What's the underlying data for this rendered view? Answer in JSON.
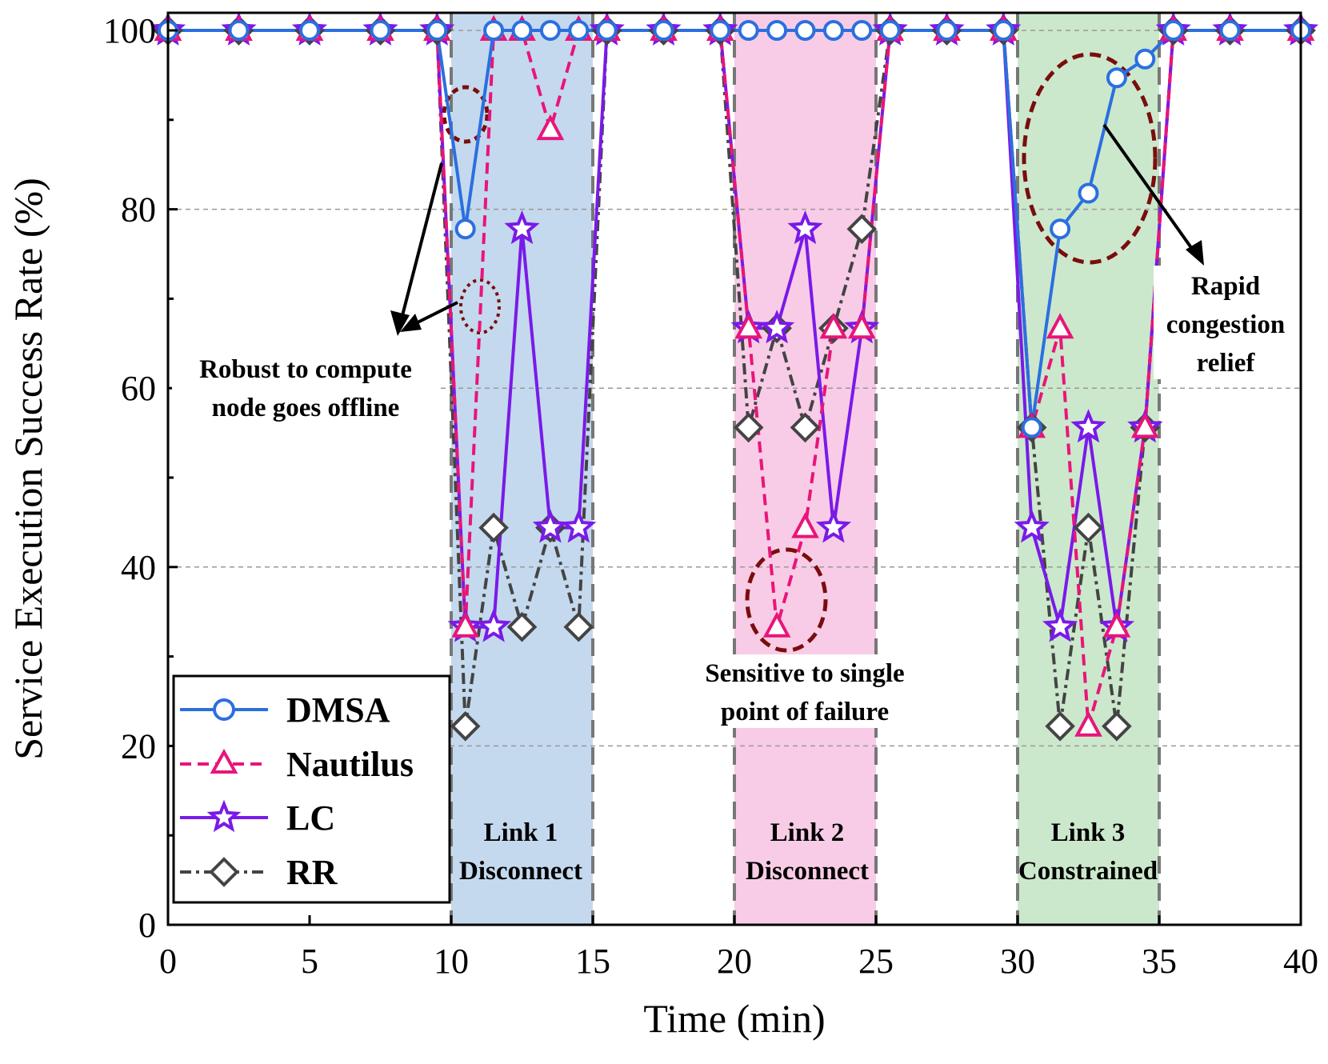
{
  "chart_data": {
    "type": "line",
    "xlabel": "Time (min)",
    "ylabel": "Service Execution Success Rate (%)",
    "xlim": [
      0,
      40
    ],
    "ylim": [
      0,
      100
    ],
    "xticks": [
      0,
      5,
      10,
      15,
      20,
      25,
      30,
      35,
      40
    ],
    "yticks": [
      0,
      20,
      40,
      60,
      80,
      100
    ],
    "grid": "horizontal dashed",
    "legend": "bottom-left",
    "x": [
      0,
      2.5,
      5,
      7.5,
      9.5,
      10.5,
      11.5,
      12.5,
      13.5,
      14.5,
      15.5,
      17.5,
      19.5,
      20.5,
      21.5,
      22.5,
      23.5,
      24.5,
      25.5,
      27.5,
      29.5,
      30.5,
      31.5,
      32.5,
      33.5,
      34.5,
      35.5,
      37.5,
      40
    ],
    "series": [
      {
        "name": "DMSA",
        "color": "#2b6fe0",
        "dash": "solid",
        "marker": "circle",
        "values": [
          100,
          100,
          100,
          100,
          100,
          77.8,
          100,
          100,
          100,
          100,
          100,
          100,
          100,
          100,
          100,
          100,
          100,
          100,
          100,
          100,
          100,
          55.6,
          77.8,
          81.8,
          94.7,
          96.8,
          100,
          100,
          100
        ]
      },
      {
        "name": "Nautilus",
        "color": "#e8157a",
        "dash": "dashed",
        "marker": "triangle",
        "values": [
          100,
          100,
          100,
          100,
          100,
          33.3,
          100,
          100,
          88.9,
          100,
          100,
          100,
          100,
          66.7,
          33.3,
          44.4,
          66.7,
          66.7,
          100,
          100,
          100,
          55.6,
          66.7,
          22.2,
          33.3,
          55.6,
          100,
          100,
          100
        ]
      },
      {
        "name": "LC",
        "color": "#7a1ae8",
        "dash": "solid",
        "marker": "star",
        "values": [
          100,
          100,
          100,
          100,
          100,
          33.3,
          33.3,
          77.8,
          44.4,
          44.4,
          100,
          100,
          100,
          66.7,
          66.7,
          77.8,
          44.4,
          66.7,
          100,
          100,
          100,
          44.4,
          33.3,
          55.6,
          33.3,
          55.6,
          100,
          100,
          100
        ]
      },
      {
        "name": "RR",
        "color": "#444444",
        "dash": "dashdot",
        "marker": "diamond",
        "values": [
          100,
          100,
          100,
          100,
          100,
          22.2,
          44.4,
          33.3,
          44.4,
          33.3,
          100,
          100,
          100,
          55.6,
          66.7,
          55.6,
          66.7,
          77.8,
          100,
          100,
          100,
          55.6,
          22.2,
          44.4,
          22.2,
          55.6,
          100,
          100,
          100
        ]
      }
    ],
    "regions": [
      {
        "x0": 10,
        "x1": 15,
        "color": "#c4d9ee",
        "label_line1": "Link 1",
        "label_line2": "Disconnect"
      },
      {
        "x0": 20,
        "x1": 25,
        "color": "#f8cce6",
        "label_line1": "Link 2",
        "label_line2": "Disconnect"
      },
      {
        "x0": 30,
        "x1": 35,
        "color": "#cce8cc",
        "label_line1": "Link 3",
        "label_line2": "Constrained"
      }
    ],
    "annotations": [
      {
        "id": "offline",
        "line1": "Robust to compute",
        "line2": "node goes offline"
      },
      {
        "id": "spof",
        "line1": "Sensitive to single",
        "line2": "point of failure"
      },
      {
        "id": "relief",
        "line1": "Rapid",
        "line2": "congestion",
        "line3": "relief"
      }
    ]
  }
}
